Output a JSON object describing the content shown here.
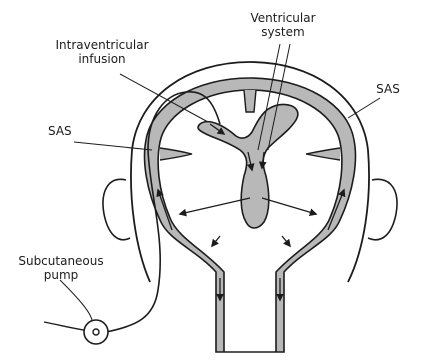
{
  "labels": {
    "ventricular_system": "Ventricular\nsystem",
    "intraventricular_infusion": "Intraventricular\ninfusion",
    "sas_right": "SAS",
    "sas_left": "SAS",
    "subcutaneous_pump": "Subcutaneous\npump"
  },
  "colors": {
    "line": "#1c1c1c",
    "csf_fill": "#b8b8b8",
    "background": "#ffffff"
  }
}
